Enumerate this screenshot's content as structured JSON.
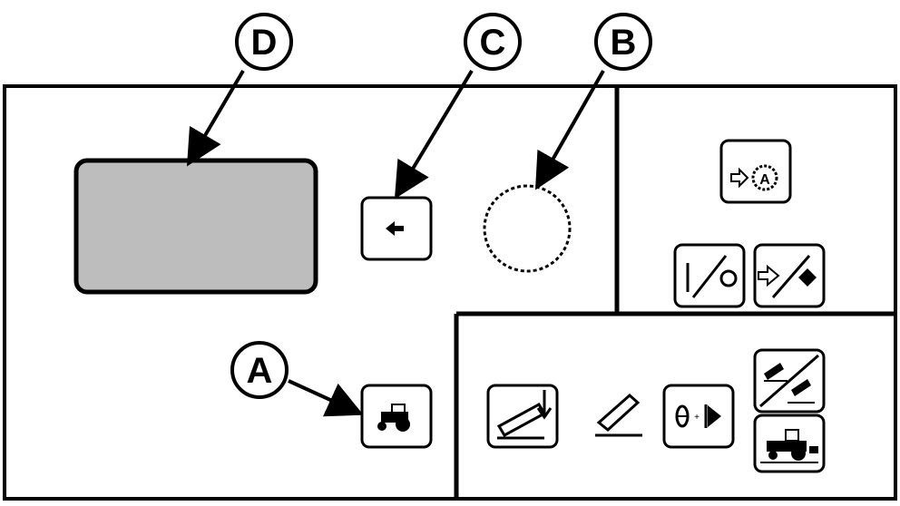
{
  "callouts": [
    {
      "id": "A",
      "label": "A"
    },
    {
      "id": "B",
      "label": "B"
    },
    {
      "id": "C",
      "label": "C"
    },
    {
      "id": "D",
      "label": "D"
    }
  ],
  "panel": {
    "display_screen": "display-screen",
    "left_controls": [
      "back-arrow-button",
      "rotary-dial",
      "tractor-button"
    ],
    "upper_right_controls": [
      "auto-engage-button",
      "on-off-switch",
      "engage-disengage-button"
    ],
    "lower_right_controls": [
      "pickup-lower-button",
      "pickup-icon",
      "set-speed-button",
      "pickup-raise-lower-button",
      "tractor-baler-button"
    ]
  }
}
